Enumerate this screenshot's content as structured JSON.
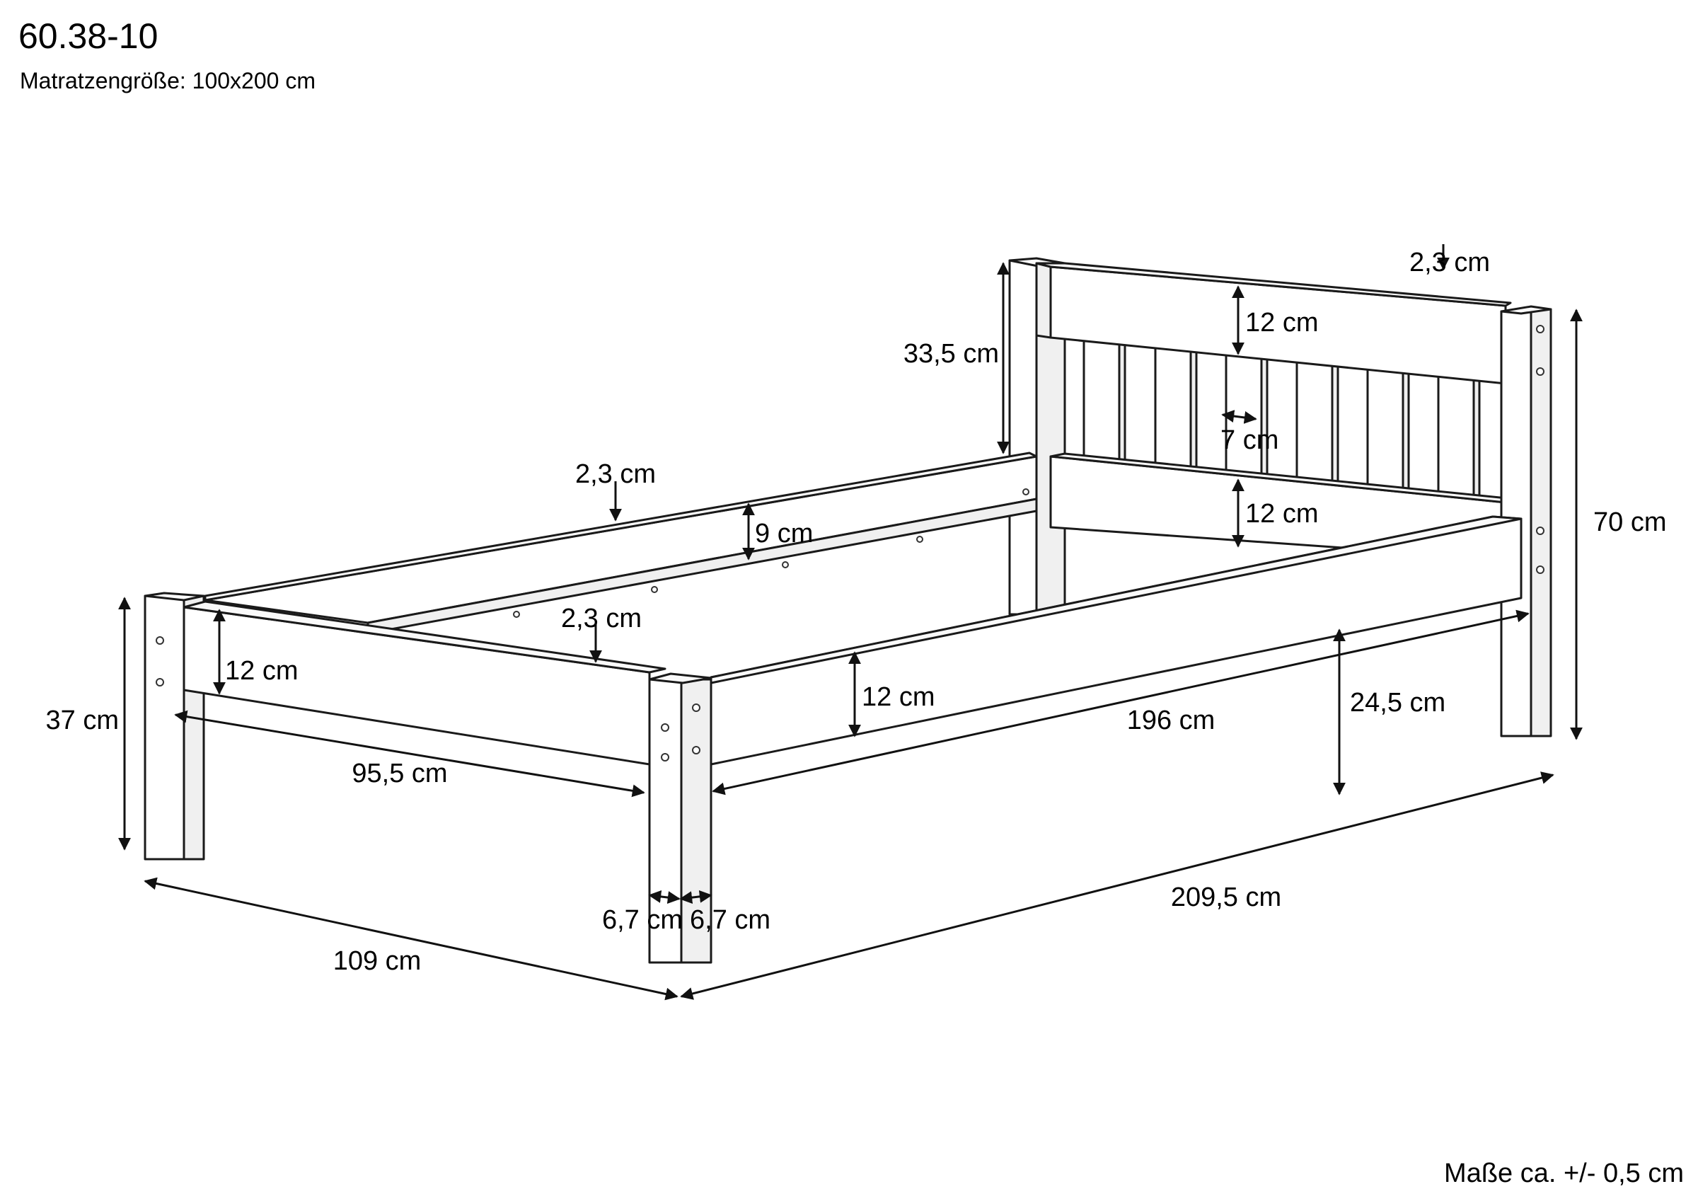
{
  "header": {
    "model": "60.38-10",
    "mattress": "Matratzengröße: 100x200 cm"
  },
  "footer": {
    "tolerance": "Maße ca. +/- 0,5 cm"
  },
  "dimensions": {
    "headboard_post_top": "33,5 cm",
    "headboard_top_board": "12 cm",
    "headboard_thickness": "2,3 cm",
    "slat_width": "7 cm",
    "headboard_lower_board": "12 cm",
    "total_height": "70 cm",
    "back_rail_thickness": "2,3 cm",
    "slat_support": "9 cm",
    "foot_rail_thickness": "2,3 cm",
    "foot_rail_height": "12 cm",
    "side_rail_height": "12 cm",
    "foot_height": "37 cm",
    "inner_width": "95,5 cm",
    "inner_length": "196 cm",
    "under_clearance": "24,5 cm",
    "outer_width": "109 cm",
    "outer_length": "209,5 cm",
    "post_depth_a": "6,7 cm",
    "post_depth_b": "6,7 cm"
  }
}
